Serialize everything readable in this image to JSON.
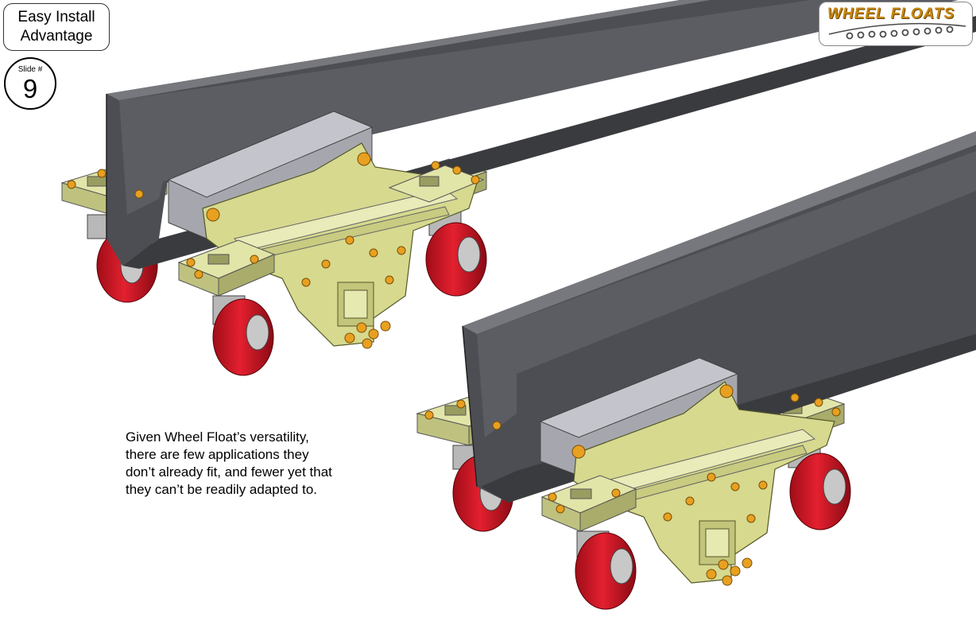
{
  "header": {
    "title_lines": [
      "Easy Install",
      "Advantage"
    ],
    "slide_label": "Slide #",
    "slide_number": "9"
  },
  "logo": {
    "text": "WHEEL FLOATS",
    "icon": "wheel-chain-logo-icon",
    "colors": {
      "text": "#c8870f",
      "chain": "#4a4a4a"
    }
  },
  "caption": {
    "lines": [
      "Given Wheel Float’s versatility,",
      "there are few  applications they",
      "don’t already fit, and fewer yet that",
      "they can’t be readily adapted to."
    ]
  },
  "illustration": {
    "colors": {
      "beam": "#5a5b60",
      "plate": "#d9dc9a",
      "wheel": "#d9182a",
      "bolt": "#e8a020",
      "pad": "#a6a7ae"
    }
  }
}
